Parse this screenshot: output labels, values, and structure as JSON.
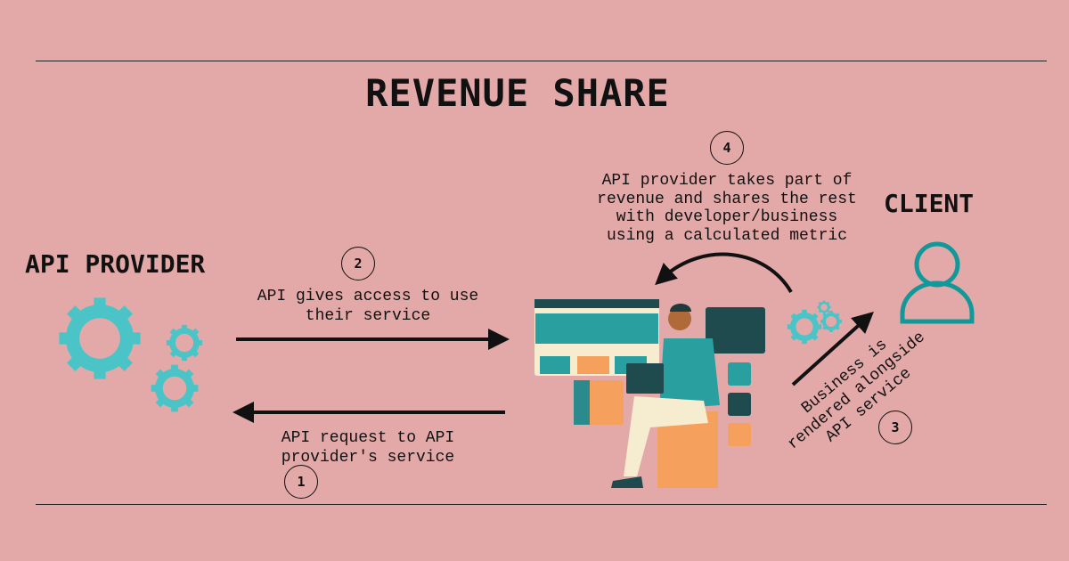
{
  "title": "REVENUE SHARE",
  "colors": {
    "background": "#e3a9a8",
    "gear": "#4bc4c8",
    "client_icon": "#13989a",
    "ink": "#111111"
  },
  "provider": {
    "label": "API PROVIDER",
    "icon": "gears-icon"
  },
  "client": {
    "label": "CLIENT",
    "icon": "user-icon"
  },
  "steps": [
    {
      "number": "1",
      "text": "API request to API\nprovider's service"
    },
    {
      "number": "2",
      "text": "API gives access to use\ntheir service"
    },
    {
      "number": "3",
      "text": "Business is\nrendered alongside\nAPI service"
    },
    {
      "number": "4",
      "text": "API provider takes part of\nrevenue and shares the rest\nwith developer/business\nusing a calculated metric"
    }
  ]
}
